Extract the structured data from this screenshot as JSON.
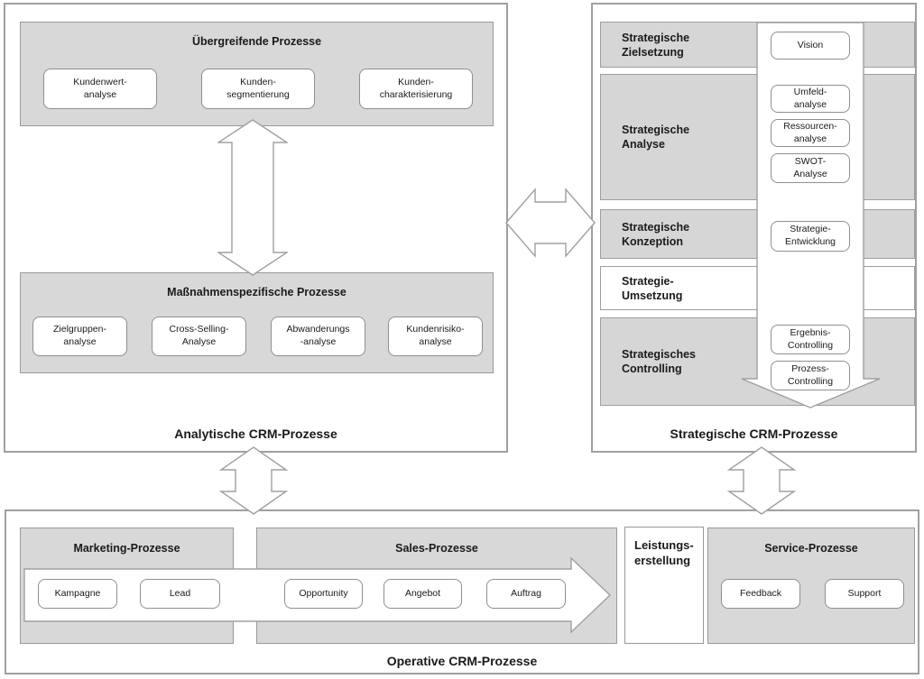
{
  "analytic": {
    "label": "Analytische CRM-Prozesse",
    "overarching": {
      "title": "Übergreifende Prozesse",
      "items": [
        "Kundenwert-\nanalyse",
        "Kunden-\nsegmentierung",
        "Kunden-\ncharakterisierung"
      ]
    },
    "measures": {
      "title": "Maßnahmenspezifische Prozesse",
      "items": [
        "Zielgruppen-\nanalyse",
        "Cross-Selling-\nAnalyse",
        "Abwanderungs\n-analyse",
        "Kundenrisiko-\nanalyse"
      ]
    }
  },
  "strategic": {
    "label": "Strategische CRM-Prozesse",
    "rows": [
      {
        "label": "Strategische\nZielsetzung"
      },
      {
        "label": "Strategische\nAnalyse"
      },
      {
        "label": "Strategische\nKonzeption"
      },
      {
        "label": "Strategie-\nUmsetzung"
      },
      {
        "label": "Strategisches\nControlling"
      }
    ],
    "steps": [
      "Vision",
      "Umfeld-\nanalyse",
      "Ressourcen-\nanalyse",
      "SWOT-\nAnalyse",
      "Strategie-\nEntwicklung",
      "Ergebnis-\nControlling",
      "Prozess-\nControlling"
    ]
  },
  "operative": {
    "label": "Operative CRM-Prozesse",
    "marketing": {
      "title": "Marketing-Prozesse",
      "items": [
        "Kampagne",
        "Lead"
      ]
    },
    "sales": {
      "title": "Sales-Prozesse",
      "items": [
        "Opportunity",
        "Angebot",
        "Auftrag"
      ]
    },
    "leistung": {
      "title": "Leistungs-\nerstellung"
    },
    "service": {
      "title": "Service-Prozesse",
      "items": [
        "Feedback",
        "Support"
      ]
    }
  },
  "colors": {
    "box_fill": "#d8d8d8",
    "box_border": "#999999",
    "panel_border": "#a0a0a0",
    "chip_border": "#8f8f8f",
    "text": "#1a1a1a",
    "arrow_fill": "#ffffff"
  }
}
